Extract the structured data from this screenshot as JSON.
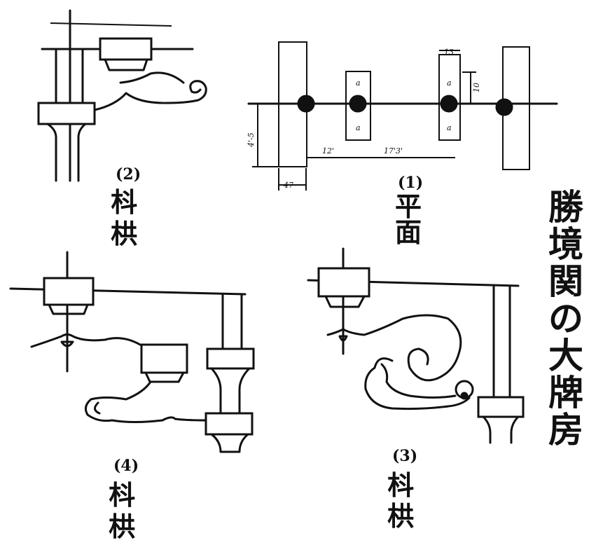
{
  "figures": {
    "plan": {
      "number": "(1)",
      "caption": [
        "平",
        "面"
      ]
    },
    "bracket2": {
      "number": "(2)",
      "caption": [
        "枓",
        "栱"
      ]
    },
    "bracket3": {
      "number": "(3)",
      "caption": [
        "枓",
        "栱"
      ]
    },
    "bracket4": {
      "number": "(4)",
      "caption": [
        "枓",
        "栱"
      ]
    }
  },
  "plan_dimensions": {
    "d1": "4'-5",
    "d2": "12'",
    "d3": "17'3'",
    "d4": "47",
    "d5": "13",
    "d6": "10",
    "col_marks": [
      "a",
      "a",
      "a",
      "a"
    ]
  },
  "title": [
    "勝",
    "境",
    "関",
    "の",
    "大",
    "牌",
    "房"
  ]
}
